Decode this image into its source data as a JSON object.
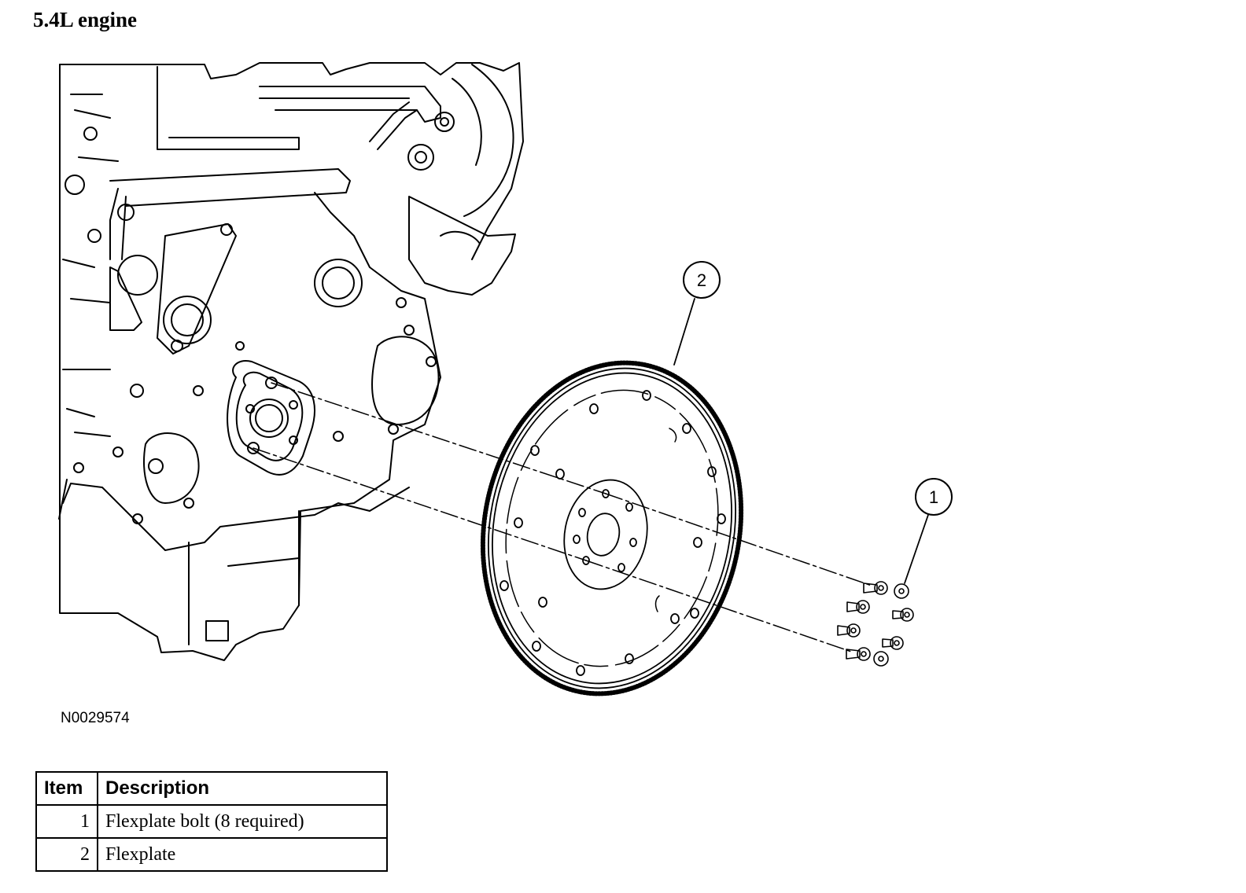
{
  "title": "5.4L engine",
  "figure_code": "N0029574",
  "callouts": [
    {
      "label": "1",
      "part": "flexplate-bolt"
    },
    {
      "label": "2",
      "part": "flexplate"
    }
  ],
  "legend": {
    "headers": {
      "item": "Item",
      "description": "Description"
    },
    "rows": [
      {
        "item": "1",
        "description": "Flexplate bolt (8 required)"
      },
      {
        "item": "2",
        "description": "Flexplate"
      }
    ]
  }
}
